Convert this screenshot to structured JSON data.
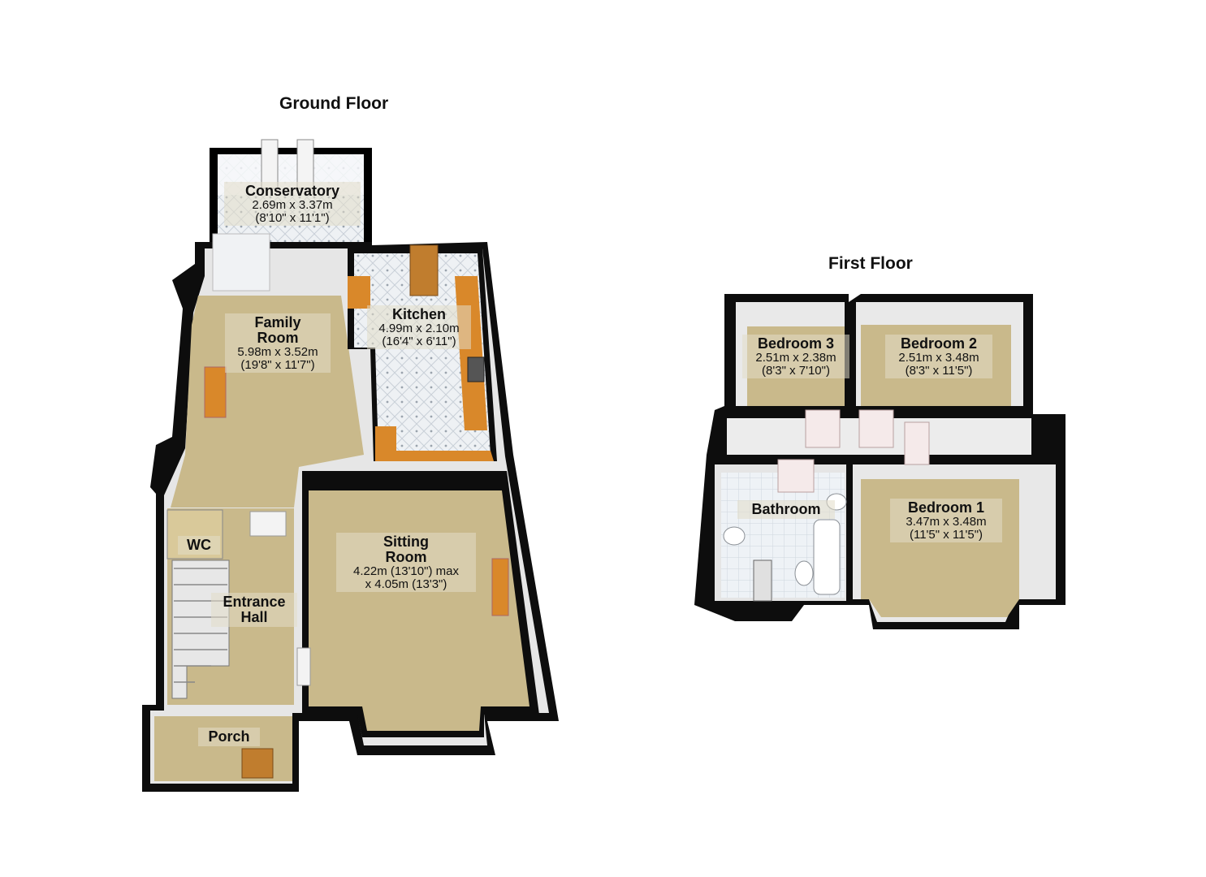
{
  "colors": {
    "wall": "#0d0d0d",
    "carpet": "#c9b98b",
    "tile": "#e9ecef",
    "wood": "#d9882a",
    "inner_wall": "#f2f2f2"
  },
  "ground_floor": {
    "title": "Ground Floor",
    "rooms": {
      "conservatory": {
        "name": "Conservatory",
        "metric": "2.69m x 3.37m",
        "imperial": "(8'10\" x 11'1\")"
      },
      "kitchen": {
        "name": "Kitchen",
        "metric": "4.99m x 2.10m",
        "imperial": "(16'4\" x 6'11\")"
      },
      "family_room": {
        "name_line1": "Family",
        "name_line2": "Room",
        "metric": "5.98m x 3.52m",
        "imperial": "(19'8\" x 11'7\")"
      },
      "sitting_room": {
        "name_line1": "Sitting",
        "name_line2": "Room",
        "metric": "4.22m (13'10\") max",
        "imperial": "x 4.05m (13'3\")"
      },
      "wc": {
        "name": "WC"
      },
      "entrance_hall": {
        "name_line1": "Entrance",
        "name_line2": "Hall"
      },
      "porch": {
        "name": "Porch"
      }
    }
  },
  "first_floor": {
    "title": "First Floor",
    "rooms": {
      "bedroom_3": {
        "name": "Bedroom 3",
        "metric": "2.51m x 2.38m",
        "imperial": "(8'3\" x 7'10\")"
      },
      "bedroom_2": {
        "name": "Bedroom 2",
        "metric": "2.51m x 3.48m",
        "imperial": "(8'3\" x 11'5\")"
      },
      "bedroom_1": {
        "name": "Bedroom 1",
        "metric": "3.47m x 3.48m",
        "imperial": "(11'5\" x 11'5\")"
      },
      "bathroom": {
        "name": "Bathroom"
      }
    }
  }
}
